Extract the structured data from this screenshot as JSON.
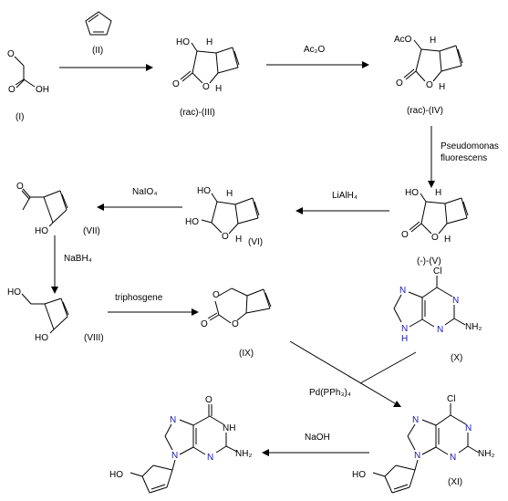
{
  "compounds": {
    "I": "(I)",
    "II": "(II)",
    "III": "(rac)-(III)",
    "IV": "(rac)-(IV)",
    "V": "(-)-(V)",
    "VI": "(VI)",
    "VII": "(VII)",
    "VIII": "(VIII)",
    "IX": "(IX)",
    "X": "(X)",
    "XI": "(XI)"
  },
  "reagents": {
    "ac2o": "Ac₂O",
    "pseudomonas_1": "Pseudomonas",
    "pseudomonas_2": "fluorescens",
    "lialh4": "LiAlH₄",
    "naio4": "NaIO₄",
    "nabh4": "NaBH₄",
    "triphosgene": "triphosgene",
    "pd": "Pd(PPh₃)₄",
    "naoh": "NaOH"
  },
  "atoms": {
    "O": "O",
    "OH": "OH",
    "HO": "HO",
    "H": "H",
    "AcO": "AcO",
    "N": "N",
    "NH": "NH",
    "NH2": "NH₂",
    "Cl": "Cl"
  }
}
